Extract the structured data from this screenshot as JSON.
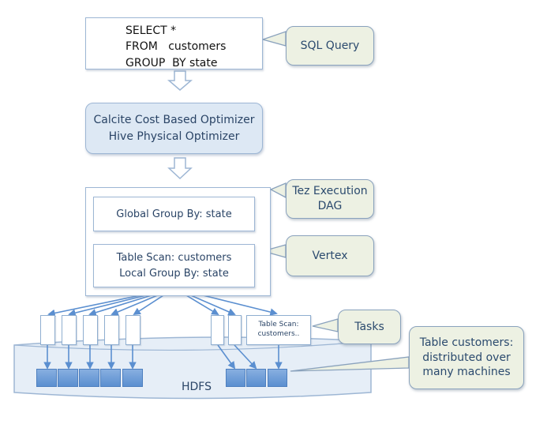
{
  "sql_query": {
    "lines": [
      "SELECT *",
      "FROM   customers",
      "GROUP  BY state"
    ],
    "callout": "SQL Query"
  },
  "optimizer": {
    "line1": "Calcite Cost Based Optimizer",
    "line2": "Hive Physical Optimizer"
  },
  "dag": {
    "callout_line1": "Tez Execution",
    "callout_line2": "DAG",
    "global_vertex": "Global Group By: state",
    "local_vertex_line1": "Table Scan: customers",
    "local_vertex_line2": "Local Group By: state",
    "vertex_callout": "Vertex"
  },
  "tasks": {
    "count_left": 5,
    "count_right": 3,
    "labeled_task_line1": "Table Scan:",
    "labeled_task_line2": "customers..",
    "callout": "Tasks"
  },
  "hdfs": {
    "label": "HDFS",
    "block_count_left": 5,
    "block_count_right": 3,
    "callout_line1": "Table customers:",
    "callout_line2": "distributed over",
    "callout_line3": "many machines"
  },
  "colors": {
    "accent_blue": "#5b8fd0",
    "callout_fill": "#edf1e3",
    "optimizer_fill": "#dde8f4",
    "hdfs_fill": "#e6eef7",
    "border": "#9db6d4",
    "text": "#2a4466"
  }
}
